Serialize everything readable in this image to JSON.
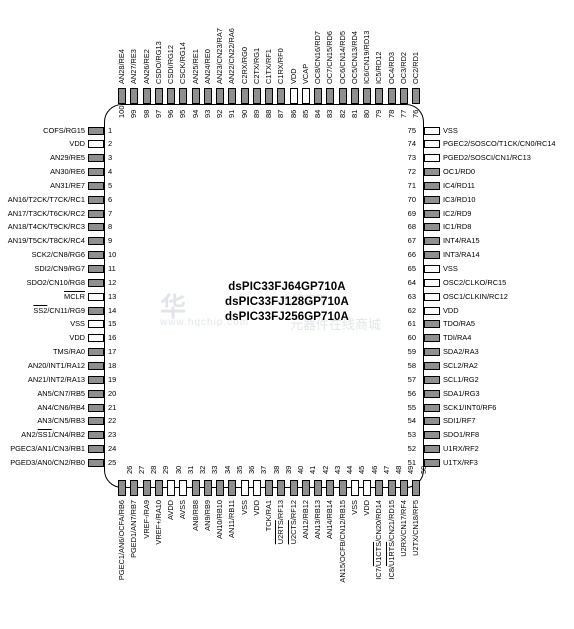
{
  "part_numbers": [
    "dsPIC33FJ64GP710A",
    "dsPIC33FJ128GP710A",
    "dsPIC33FJ256GP710A"
  ],
  "watermark": {
    "logo": "华",
    "url": "www.hqchip.com",
    "cn1": "中国旗下",
    "cn2": "元器件在线商城"
  },
  "pins": [
    {
      "n": 1,
      "label": "COFS/RG15",
      "gray": true
    },
    {
      "n": 2,
      "label": "VDD",
      "gray": false
    },
    {
      "n": 3,
      "label": "AN29/RE5",
      "gray": true
    },
    {
      "n": 4,
      "label": "AN30/RE6",
      "gray": true
    },
    {
      "n": 5,
      "label": "AN31/RE7",
      "gray": true
    },
    {
      "n": 6,
      "label": "AN16/T2CK/T7CK/RC1",
      "gray": true
    },
    {
      "n": 7,
      "label": "AN17/T3CK/T6CK/RC2",
      "gray": true
    },
    {
      "n": 8,
      "label": "AN18/T4CK/T9CK/RC3",
      "gray": true
    },
    {
      "n": 9,
      "label": "AN19/T5CK/T8CK/RC4",
      "gray": true
    },
    {
      "n": 10,
      "label": "SCK2/CN8/RG6",
      "gray": true
    },
    {
      "n": 11,
      "label": "SDI2/CN9/RG7",
      "gray": true
    },
    {
      "n": 12,
      "label": "SDO2/CN10/RG8",
      "gray": true
    },
    {
      "n": 13,
      "label": "MCLR",
      "gray": false,
      "overline": "MCLR"
    },
    {
      "n": 14,
      "label": "SS2/CN11/RG9",
      "gray": true,
      "overline": "SS2"
    },
    {
      "n": 15,
      "label": "VSS",
      "gray": false
    },
    {
      "n": 16,
      "label": "VDD",
      "gray": false
    },
    {
      "n": 17,
      "label": "TMS/RA0",
      "gray": true
    },
    {
      "n": 18,
      "label": "AN20/INT1/RA12",
      "gray": true
    },
    {
      "n": 19,
      "label": "AN21/INT2/RA13",
      "gray": true
    },
    {
      "n": 20,
      "label": "AN5/CN7/RB5",
      "gray": true
    },
    {
      "n": 21,
      "label": "AN4/CN6/RB4",
      "gray": true
    },
    {
      "n": 22,
      "label": "AN3/CN5/RB3",
      "gray": true
    },
    {
      "n": 23,
      "label": "AN2/SS1/CN4/RB2",
      "gray": true,
      "overline": "SS1"
    },
    {
      "n": 24,
      "label": "PGEC3/AN1/CN3/RB1",
      "gray": true
    },
    {
      "n": 25,
      "label": "PGED3/AN0/CN2/RB0",
      "gray": true
    },
    {
      "n": 26,
      "label": "PGEC1/AN6/OCFA/RB6",
      "gray": true
    },
    {
      "n": 27,
      "label": "PGED1/AN7/RB7",
      "gray": true
    },
    {
      "n": 28,
      "label": "VREF-/RA9",
      "gray": true
    },
    {
      "n": 29,
      "label": "VREF+/RA10",
      "gray": true
    },
    {
      "n": 30,
      "label": "AVDD",
      "gray": false
    },
    {
      "n": 31,
      "label": "AVSS",
      "gray": false
    },
    {
      "n": 32,
      "label": "AN8/RB8",
      "gray": true
    },
    {
      "n": 33,
      "label": "AN9/RB9",
      "gray": true
    },
    {
      "n": 34,
      "label": "AN10/RB10",
      "gray": true
    },
    {
      "n": 35,
      "label": "AN11/RB11",
      "gray": true
    },
    {
      "n": 36,
      "label": "VSS",
      "gray": false
    },
    {
      "n": 37,
      "label": "VDD",
      "gray": false
    },
    {
      "n": 38,
      "label": "TCK/RA1",
      "gray": true
    },
    {
      "n": 39,
      "label": "U2RTS/RF13",
      "gray": true,
      "overline": "U2RTS"
    },
    {
      "n": 40,
      "label": "U2CTS/RF12",
      "gray": true,
      "overline": "U2CTS"
    },
    {
      "n": 41,
      "label": "AN12/RB12",
      "gray": true
    },
    {
      "n": 42,
      "label": "AN13/RB13",
      "gray": true
    },
    {
      "n": 43,
      "label": "AN14/RB14",
      "gray": true
    },
    {
      "n": 44,
      "label": "AN15/OCFB/CN12/RB15",
      "gray": true
    },
    {
      "n": 45,
      "label": "VSS",
      "gray": false
    },
    {
      "n": 46,
      "label": "VDD",
      "gray": false
    },
    {
      "n": 47,
      "label": "IC7/U1CTS/CN20/RD14",
      "gray": true,
      "overline": "U1CTS"
    },
    {
      "n": 48,
      "label": "IC8/U1RTS/CN21/RD15",
      "gray": true,
      "overline": "U1RTS"
    },
    {
      "n": 49,
      "label": "U2RX/CN17/RF4",
      "gray": true
    },
    {
      "n": 50,
      "label": "U2TX/CN18/RF5",
      "gray": true
    },
    {
      "n": 51,
      "label": "U1TX/RF3",
      "gray": true
    },
    {
      "n": 52,
      "label": "U1RX/RF2",
      "gray": true
    },
    {
      "n": 53,
      "label": "SDO1/RF8",
      "gray": true
    },
    {
      "n": 54,
      "label": "SDI1/RF7",
      "gray": true
    },
    {
      "n": 55,
      "label": "SCK1/INT0/RF6",
      "gray": true
    },
    {
      "n": 56,
      "label": "SDA1/RG3",
      "gray": true
    },
    {
      "n": 57,
      "label": "SCL1/RG2",
      "gray": true
    },
    {
      "n": 58,
      "label": "SCL2/RA2",
      "gray": true
    },
    {
      "n": 59,
      "label": "SDA2/RA3",
      "gray": true
    },
    {
      "n": 60,
      "label": "TDI/RA4",
      "gray": true
    },
    {
      "n": 61,
      "label": "TDO/RA5",
      "gray": true
    },
    {
      "n": 62,
      "label": "VDD",
      "gray": false
    },
    {
      "n": 63,
      "label": "OSC1/CLKIN/RC12",
      "gray": false
    },
    {
      "n": 64,
      "label": "OSC2/CLKO/RC15",
      "gray": false
    },
    {
      "n": 65,
      "label": "VSS",
      "gray": false
    },
    {
      "n": 66,
      "label": "INT3/RA14",
      "gray": true
    },
    {
      "n": 67,
      "label": "INT4/RA15",
      "gray": true
    },
    {
      "n": 68,
      "label": "IC1/RD8",
      "gray": true
    },
    {
      "n": 69,
      "label": "IC2/RD9",
      "gray": true
    },
    {
      "n": 70,
      "label": "IC3/RD10",
      "gray": true
    },
    {
      "n": 71,
      "label": "IC4/RD11",
      "gray": true
    },
    {
      "n": 72,
      "label": "OC1/RD0",
      "gray": true
    },
    {
      "n": 73,
      "label": "PGED2/SOSCI/CN1/RC13",
      "gray": false
    },
    {
      "n": 74,
      "label": "PGEC2/SOSCO/T1CK/CN0/RC14",
      "gray": false
    },
    {
      "n": 75,
      "label": "VSS",
      "gray": false
    },
    {
      "n": 76,
      "label": "OC2/RD1",
      "gray": true
    },
    {
      "n": 77,
      "label": "OC3/RD2",
      "gray": true
    },
    {
      "n": 78,
      "label": "OC4/RD3",
      "gray": true
    },
    {
      "n": 79,
      "label": "IC5/RD12",
      "gray": true
    },
    {
      "n": 80,
      "label": "IC6/CN19/RD13",
      "gray": true
    },
    {
      "n": 81,
      "label": "OC5/CN13/RD4",
      "gray": true
    },
    {
      "n": 82,
      "label": "OC6/CN14/RD5",
      "gray": true
    },
    {
      "n": 83,
      "label": "OC7/CN15/RD6",
      "gray": true
    },
    {
      "n": 84,
      "label": "OC8/CN16/RD7",
      "gray": true
    },
    {
      "n": 85,
      "label": "VCAP",
      "gray": false
    },
    {
      "n": 86,
      "label": "VDD",
      "gray": false
    },
    {
      "n": 87,
      "label": "C1RX/RF0",
      "gray": true
    },
    {
      "n": 88,
      "label": "C1TX/RF1",
      "gray": true
    },
    {
      "n": 89,
      "label": "C2TX/RG1",
      "gray": true
    },
    {
      "n": 90,
      "label": "C2RX/RG0",
      "gray": true
    },
    {
      "n": 91,
      "label": "AN22/CN22/RA6",
      "gray": true
    },
    {
      "n": 92,
      "label": "AN23/CN23/RA7",
      "gray": true
    },
    {
      "n": 93,
      "label": "AN24/RE0",
      "gray": true
    },
    {
      "n": 94,
      "label": "AN25/RE1",
      "gray": true
    },
    {
      "n": 95,
      "label": "CSCK/RG14",
      "gray": true
    },
    {
      "n": 96,
      "label": "CSDI/RG12",
      "gray": true
    },
    {
      "n": 97,
      "label": "CSDO/RG13",
      "gray": true
    },
    {
      "n": 98,
      "label": "AN26/RE2",
      "gray": true
    },
    {
      "n": 99,
      "label": "AN27/RE3",
      "gray": true
    },
    {
      "n": 100,
      "label": "AN28/RE4",
      "gray": true
    }
  ]
}
